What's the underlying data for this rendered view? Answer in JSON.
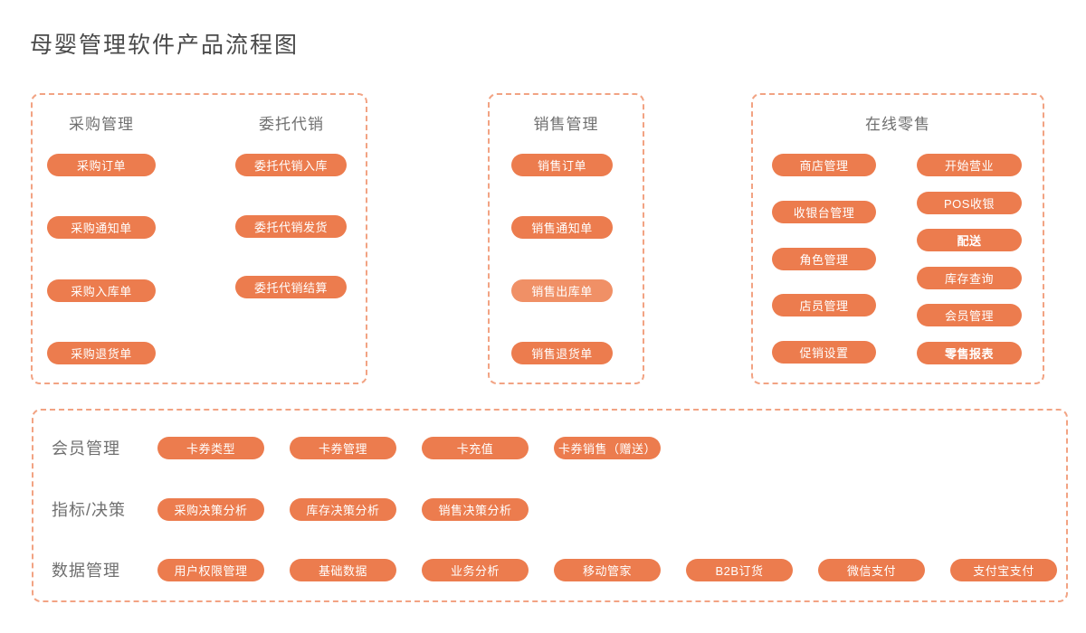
{
  "page": {
    "title": "母婴管理软件产品流程图"
  },
  "colors": {
    "pill_fill": "#ec7c4e",
    "pill_fill_light": "#f09066",
    "pill_text": "#ffffff",
    "box_border_dashed": "#f2a383",
    "title_text": "#4a4a4a",
    "label_text": "#6f6f6f"
  },
  "boxes": {
    "procurement": {
      "column1": {
        "header": "采购管理",
        "items": [
          {
            "label": "采购订单"
          },
          {
            "label": "采购通知单"
          },
          {
            "label": "采购入库单"
          },
          {
            "label": "采购退货单"
          }
        ]
      },
      "column2": {
        "header": "委托代销",
        "items": [
          {
            "label": "委托代销入库"
          },
          {
            "label": "委托代销发货"
          },
          {
            "label": "委托代销结算"
          }
        ]
      }
    },
    "sales": {
      "header": "销售管理",
      "items": [
        {
          "label": "销售订单"
        },
        {
          "label": "销售通知单"
        },
        {
          "label": "销售出库单",
          "variant": "light"
        },
        {
          "label": "销售退货单"
        }
      ]
    },
    "retail": {
      "header": "在线零售",
      "column1": {
        "items": [
          {
            "label": "商店管理"
          },
          {
            "label": "收银台管理"
          },
          {
            "label": "角色管理"
          },
          {
            "label": "店员管理"
          },
          {
            "label": "促销设置"
          }
        ]
      },
      "column2": {
        "items": [
          {
            "label": "开始营业"
          },
          {
            "label": "POS收银"
          },
          {
            "label": "配送",
            "bold": true
          },
          {
            "label": "库存查询"
          },
          {
            "label": "会员管理"
          },
          {
            "label": "零售报表",
            "bold": true
          }
        ]
      }
    },
    "bottom": {
      "rows": [
        {
          "label": "会员管理",
          "items": [
            {
              "label": "卡券类型"
            },
            {
              "label": "卡券管理"
            },
            {
              "label": "卡充值"
            },
            {
              "label": "卡券销售（赠送）"
            }
          ]
        },
        {
          "label": "指标/决策",
          "items": [
            {
              "label": "采购决策分析"
            },
            {
              "label": "库存决策分析"
            },
            {
              "label": "销售决策分析"
            }
          ]
        },
        {
          "label": "数据管理",
          "items": [
            {
              "label": "用户权限管理"
            },
            {
              "label": "基础数据"
            },
            {
              "label": "业务分析"
            },
            {
              "label": "移动管家"
            },
            {
              "label": "B2B订货"
            },
            {
              "label": "微信支付"
            },
            {
              "label": "支付宝支付"
            }
          ]
        }
      ]
    }
  }
}
